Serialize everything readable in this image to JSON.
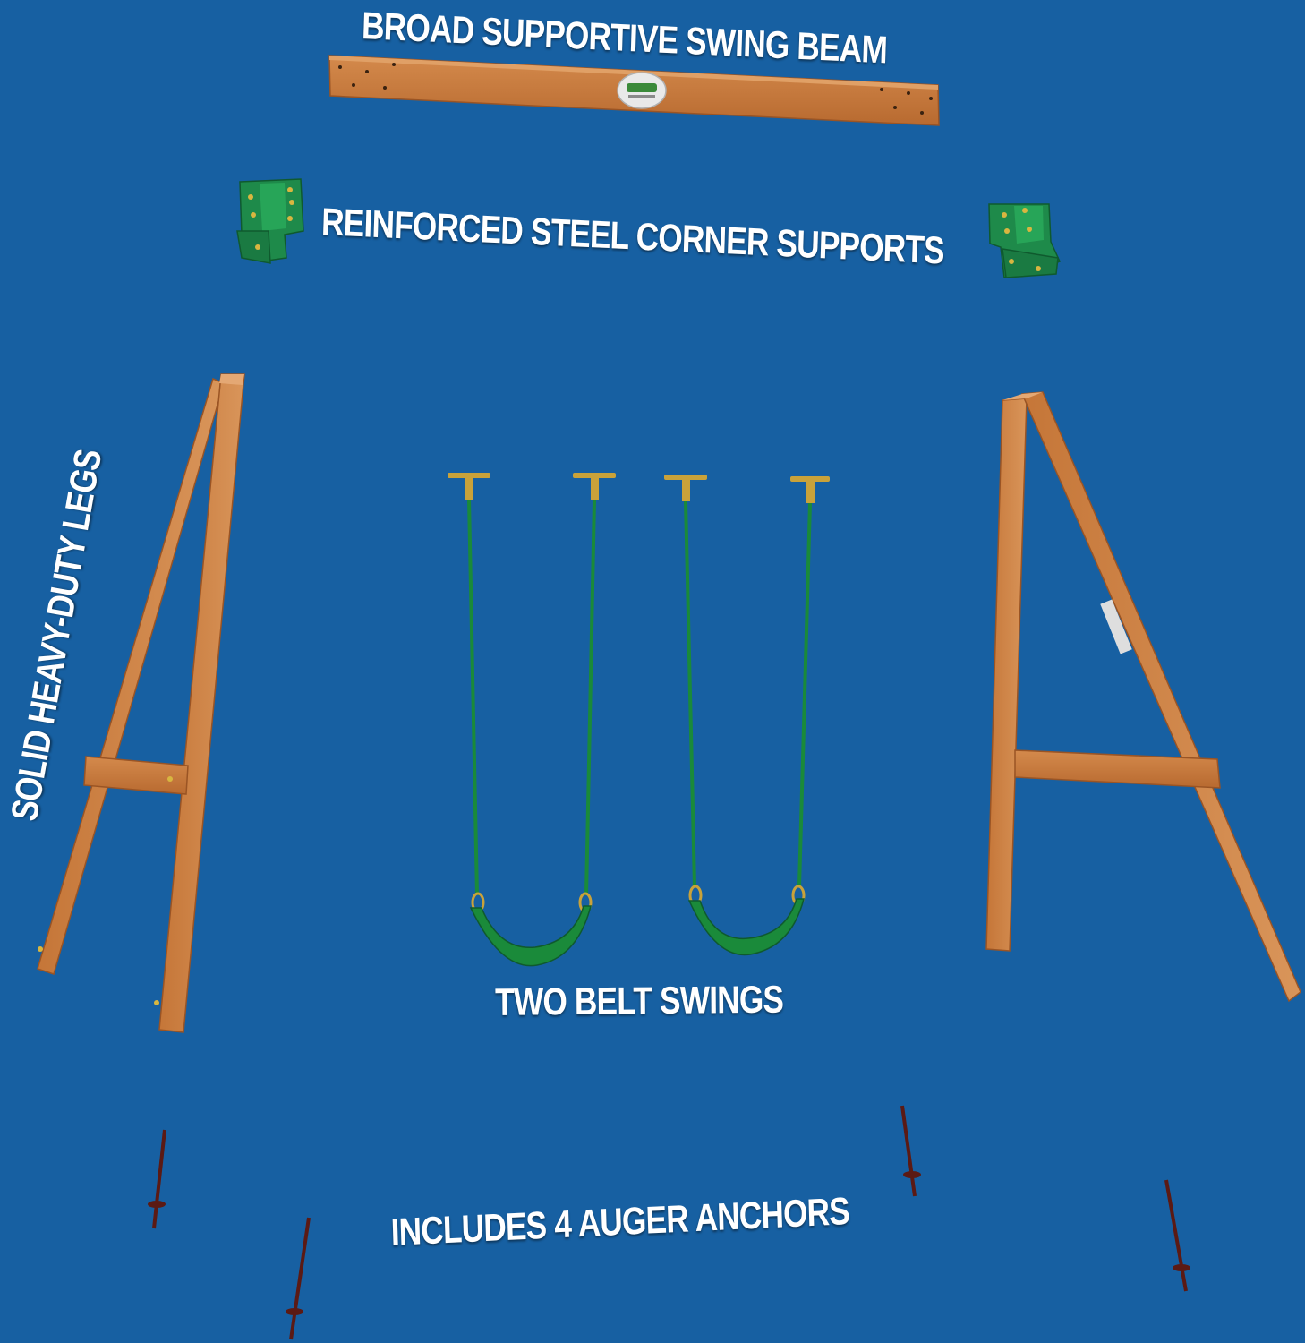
{
  "colors": {
    "background": "#1760a2",
    "wood": "#c87a3e",
    "wood_light": "#d99356",
    "steel_bracket": "#1e8a4a",
    "swing_green": "#1a8a3a",
    "hardware_gold": "#c9a23a",
    "anchor": "#5b1a14",
    "label_text": "#ffffff"
  },
  "labels": {
    "beam": "BROAD SUPPORTIVE SWING BEAM",
    "corner_supports": "REINFORCED STEEL CORNER SUPPORTS",
    "legs": "SOLID HEAVY-DUTY LEGS",
    "swings": "TWO BELT SWINGS",
    "anchors": "INCLUDES 4 AUGER ANCHORS"
  },
  "parts": {
    "beam_badge_icon": "backyard-discovery-logo-icon",
    "bracket_icon": "steel-corner-bracket-icon",
    "swing_icon": "belt-swing-icon",
    "anchor_icon": "auger-anchor-icon",
    "swing_count": 2,
    "anchor_count": 4,
    "corner_support_count": 2,
    "leg_assembly_count": 2
  }
}
